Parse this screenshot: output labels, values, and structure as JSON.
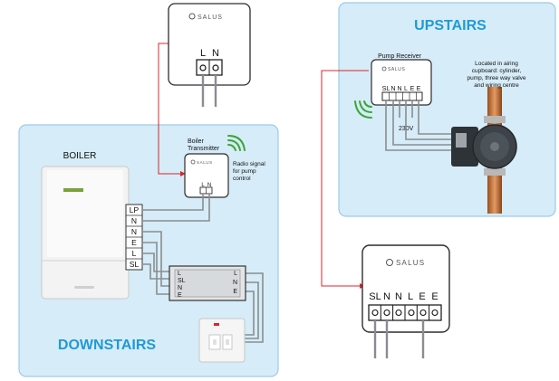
{
  "brand": "SALUS",
  "regions": {
    "upstairs": "UPSTAIRS",
    "downstairs": "DOWNSTAIRS"
  },
  "top_receiver": {
    "terminals": [
      "L",
      "N"
    ]
  },
  "boiler": {
    "title": "BOILER",
    "terminals": [
      "LP",
      "N",
      "N",
      "E",
      "L",
      "SL"
    ]
  },
  "boiler_transmitter": {
    "label_line1": "Boiler",
    "label_line2": "Transmitter",
    "terminals": [
      "L",
      "N"
    ],
    "note_lines": [
      "Radio signal",
      "for pump",
      "control"
    ]
  },
  "junction_box": {
    "left_terminals": [
      "L",
      "SL",
      "N",
      "E"
    ],
    "right_terminals": [
      "L",
      "N",
      "E"
    ]
  },
  "pump_receiver": {
    "title": "Pump Receiver",
    "terminals": [
      "SL",
      "N",
      "N",
      "L",
      "E",
      "E"
    ],
    "voltage": "230V"
  },
  "airing_note": [
    "Located in airing",
    "cupboard: cylinder,",
    "pump, three way valve",
    "and wiring centre"
  ],
  "bottom_receiver": {
    "terminals": [
      "SL",
      "N",
      "N",
      "L",
      "E",
      "E"
    ]
  },
  "colors": {
    "panel_fill": "#d6ecf8",
    "panel_stroke": "#9ccbe6",
    "region_title": "#1f9ad6",
    "red_wire": "#d9252b",
    "grey_wire": "#8a8d90",
    "signal": "#3aa636"
  }
}
